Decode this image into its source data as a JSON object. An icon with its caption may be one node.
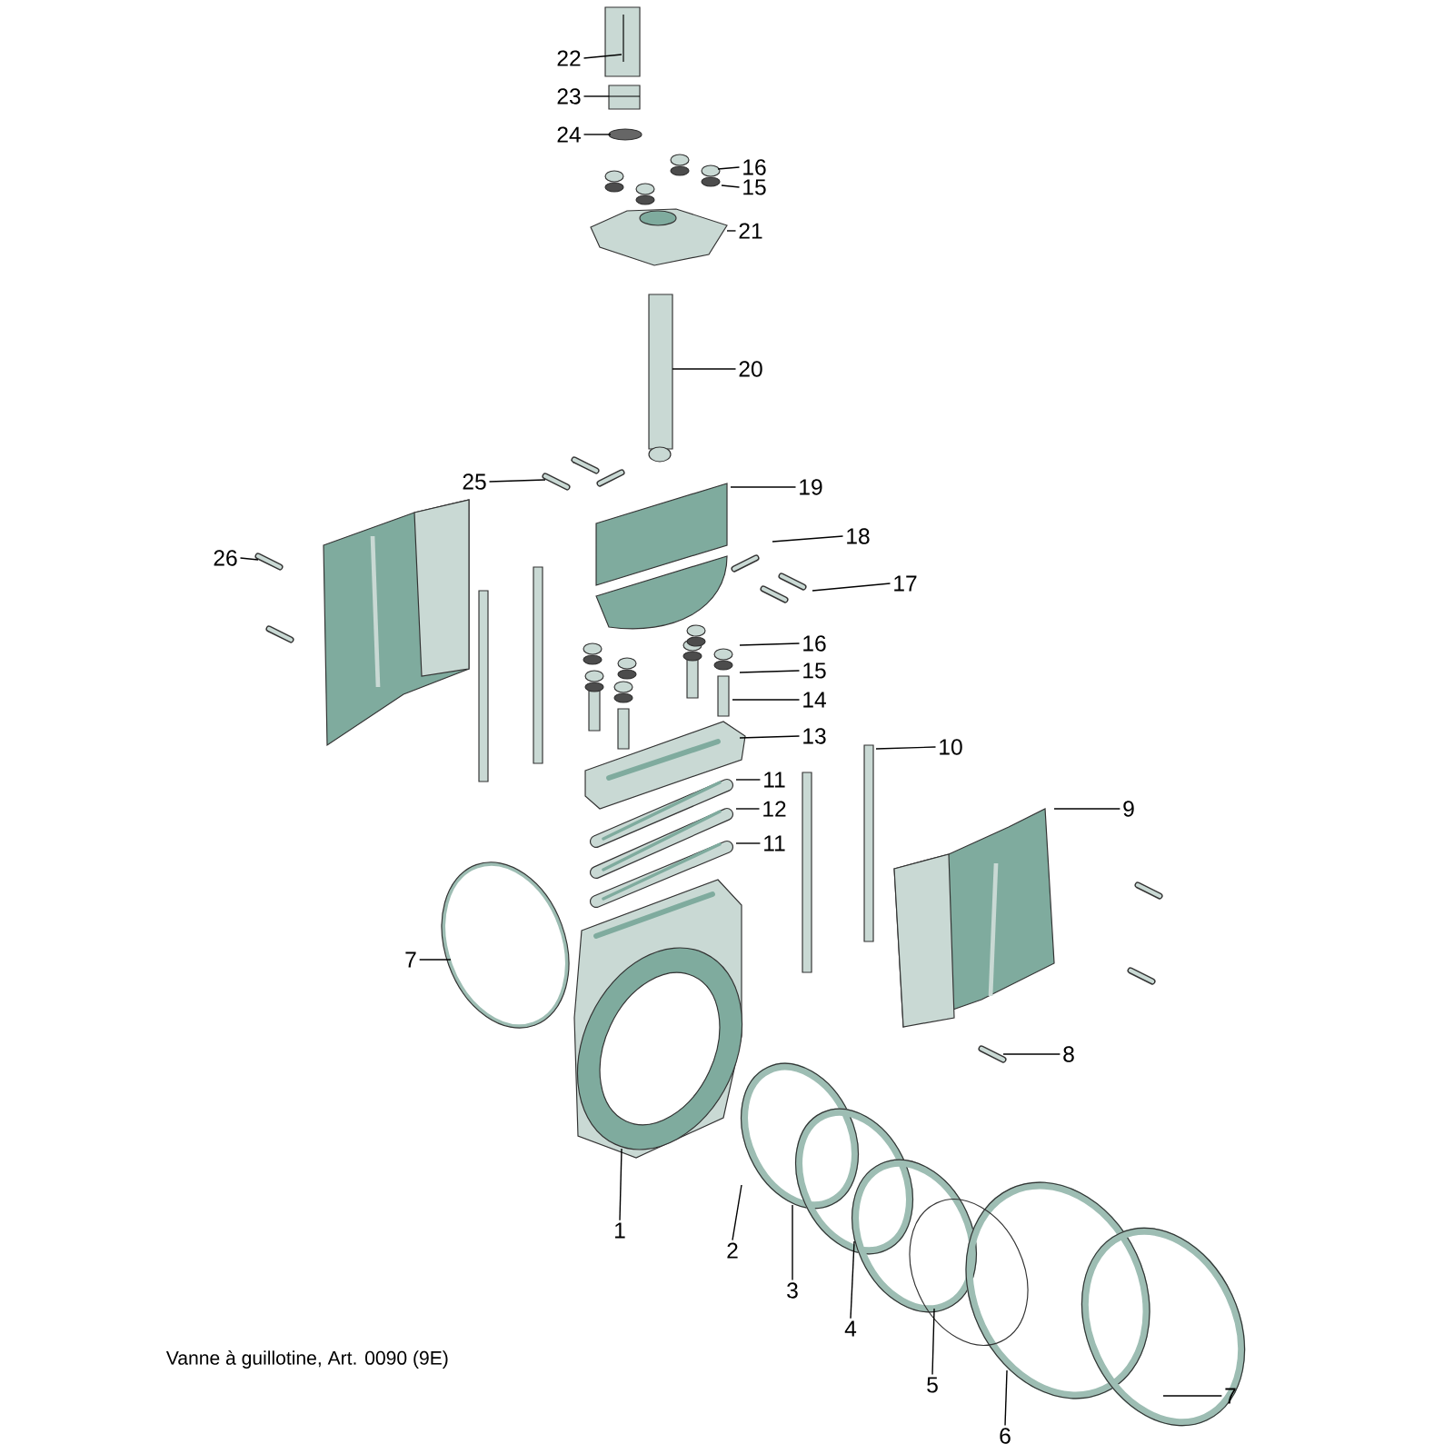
{
  "diagram": {
    "caption": "Vanne à guillotine, Art. 0090 (9E)",
    "nodes": [
      {
        "text": [
          "22"
        ]
      },
      {
        "text": [
          "23"
        ]
      },
      {
        "text": [
          "24"
        ]
      },
      {
        "text": [
          "16"
        ]
      },
      {
        "text": [
          "15"
        ]
      },
      {
        "text": [
          "21"
        ]
      },
      {
        "text": [
          "20"
        ]
      },
      {
        "text": [
          "25"
        ]
      },
      {
        "text": [
          "19"
        ]
      },
      {
        "text": [
          "26"
        ]
      },
      {
        "text": [
          "18"
        ]
      },
      {
        "text": [
          "17"
        ]
      },
      {
        "text": [
          "16"
        ]
      },
      {
        "text": [
          "15"
        ]
      },
      {
        "text": [
          "14"
        ]
      },
      {
        "text": [
          "13"
        ]
      },
      {
        "text": [
          "10"
        ]
      },
      {
        "text": [
          "11"
        ]
      },
      {
        "text": [
          "12"
        ]
      },
      {
        "text": [
          "11"
        ]
      },
      {
        "text": [
          "9"
        ]
      },
      {
        "text": [
          "7"
        ]
      },
      {
        "text": [
          "8"
        ]
      },
      {
        "text": [
          "1"
        ]
      },
      {
        "text": [
          "2"
        ]
      },
      {
        "text": [
          "3"
        ]
      },
      {
        "text": [
          "4"
        ]
      },
      {
        "text": [
          "5"
        ]
      },
      {
        "text": [
          "6"
        ]
      },
      {
        "text": [
          "7"
        ]
      }
    ],
    "edges": [
      {
        "from": 0,
        "to": null,
        "arrow": "none"
      },
      {
        "from": 1,
        "to": null,
        "arrow": "none"
      },
      {
        "from": 2,
        "to": null,
        "arrow": "none"
      },
      {
        "from": 3,
        "to": null,
        "arrow": "none"
      },
      {
        "from": 4,
        "to": null,
        "arrow": "none"
      },
      {
        "from": 5,
        "to": null,
        "arrow": "none"
      },
      {
        "from": 6,
        "to": null,
        "arrow": "none"
      },
      {
        "from": 7,
        "to": null,
        "arrow": "none"
      },
      {
        "from": 8,
        "to": null,
        "arrow": "none"
      },
      {
        "from": 9,
        "to": null,
        "arrow": "none"
      },
      {
        "from": 10,
        "to": null,
        "arrow": "none"
      },
      {
        "from": 11,
        "to": null,
        "arrow": "none"
      },
      {
        "from": 12,
        "to": null,
        "arrow": "none"
      },
      {
        "from": 13,
        "to": null,
        "arrow": "none"
      },
      {
        "from": 14,
        "to": null,
        "arrow": "none"
      },
      {
        "from": 15,
        "to": null,
        "arrow": "none"
      },
      {
        "from": 16,
        "to": null,
        "arrow": "none"
      },
      {
        "from": 17,
        "to": null,
        "arrow": "none"
      },
      {
        "from": 18,
        "to": null,
        "arrow": "none"
      },
      {
        "from": 19,
        "to": null,
        "arrow": "none"
      },
      {
        "from": 20,
        "to": null,
        "arrow": "none"
      },
      {
        "from": 21,
        "to": null,
        "arrow": "none"
      },
      {
        "from": 22,
        "to": null,
        "arrow": "none"
      },
      {
        "from": 23,
        "to": null,
        "arrow": "none"
      },
      {
        "from": 24,
        "to": null,
        "arrow": "none"
      },
      {
        "from": 25,
        "to": null,
        "arrow": "none"
      },
      {
        "from": 26,
        "to": null,
        "arrow": "none"
      },
      {
        "from": 27,
        "to": null,
        "arrow": "none"
      },
      {
        "from": 28,
        "to": null,
        "arrow": "none"
      },
      {
        "from": 29,
        "to": null,
        "arrow": "none"
      }
    ]
  }
}
